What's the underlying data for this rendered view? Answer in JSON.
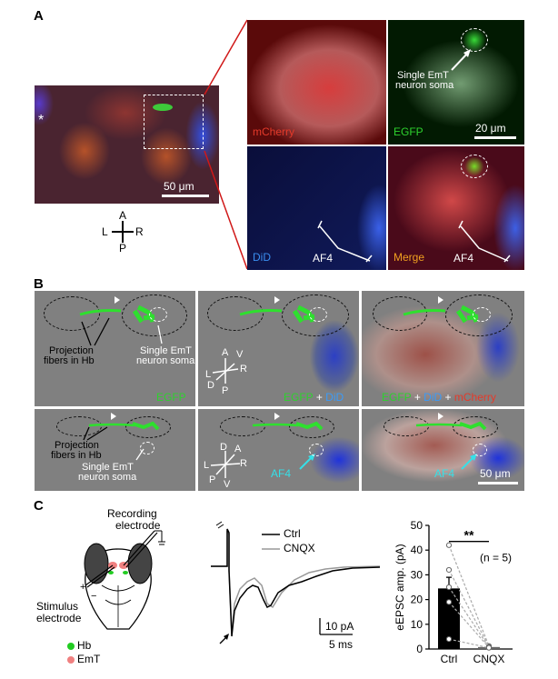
{
  "panels": {
    "a": "A",
    "b": "B",
    "c": "C"
  },
  "panel_a": {
    "star": "*",
    "scalebar_overview": "50 μm",
    "axes": {
      "anterior": "A",
      "posterior": "P",
      "left": "L",
      "right": "R"
    },
    "channels": {
      "mcherry": "mCherry",
      "egfp": "EGFP",
      "did": "DiD",
      "merge": "Merge"
    },
    "soma_label_line1": "Single EmT",
    "soma_label_line2": "neuron soma",
    "scalebar_zoom": "20 μm",
    "tract_label": "AF4",
    "colors": {
      "mcherry": "#e53a2a",
      "egfp": "#2ed12e",
      "did": "#2a6ef0",
      "merge": "#f0a020"
    }
  },
  "panel_b": {
    "row1": {
      "fibers_line1": "Projection",
      "fibers_line2": "fibers in Hb",
      "soma_line1": "Single EmT",
      "soma_line2": "neuron soma",
      "ch1": "EGFP",
      "ch2_a": "EGFP",
      "ch2_plus": "+",
      "ch2_b": "DiD",
      "ch3_a": "EGFP",
      "ch3_plus1": "+",
      "ch3_b": "DiD",
      "ch3_plus2": "+",
      "ch3_c": "mCherry",
      "axes": {
        "a": "A",
        "v": "V",
        "l": "L",
        "r": "R",
        "d": "D",
        "p": "P"
      }
    },
    "row2": {
      "fibers_line1": "Projection",
      "fibers_line2": "fibers in Hb",
      "soma_line1": "Single EmT",
      "soma_line2": "neuron soma",
      "tract": "AF4",
      "tract2": "AF4",
      "scalebar": "50 μm",
      "axes": {
        "d": "D",
        "a": "A",
        "l": "L",
        "r": "R",
        "p": "P",
        "v": "V"
      }
    }
  },
  "panel_c": {
    "schematic": {
      "recording_line1": "Recording",
      "recording_line2": "electrode",
      "stimulus_line1": "Stimulus",
      "stimulus_line2": "electrode",
      "plus": "+",
      "minus": "−",
      "legend": [
        {
          "label": "Hb",
          "color": "#22cc22"
        },
        {
          "label": "EmT",
          "color": "#f08080"
        }
      ]
    },
    "traces": {
      "legend": [
        {
          "label": "Ctrl",
          "color": "#000000"
        },
        {
          "label": "CNQX",
          "color": "#999999"
        }
      ],
      "scale_y": "10 pA",
      "scale_x": "5 ms"
    }
  },
  "chart_data": {
    "type": "bar",
    "categories": [
      "Ctrl",
      "CNQX"
    ],
    "values": [
      24.5,
      0.8
    ],
    "errors": [
      4.5,
      0.3
    ],
    "ylabel": "eEPSC amp. (pA)",
    "ylim": [
      0,
      50
    ],
    "yticks": [
      0,
      10,
      20,
      30,
      40,
      50
    ],
    "annotation": "(n = 5)",
    "significance": "**",
    "individual_points": {
      "Ctrl": [
        42,
        32,
        25,
        19,
        4
      ],
      "CNQX": [
        1.2,
        0.9,
        0.7,
        0.6,
        0.5
      ]
    }
  }
}
